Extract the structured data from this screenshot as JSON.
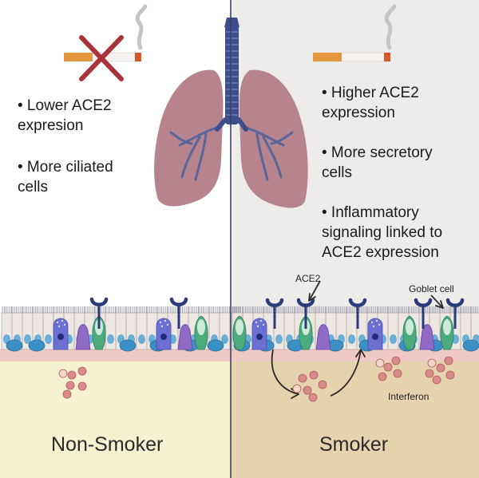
{
  "left_panel": {
    "label": "Non-Smoker",
    "bullets": [
      {
        "line1": "• Lower ACE2",
        "line2": "expresion"
      },
      {
        "line1": "• More ciliated",
        "line2": "cells"
      }
    ]
  },
  "right_panel": {
    "label": "Smoker",
    "bullets": [
      {
        "line1": "• Higher ACE2",
        "line2": "expression"
      },
      {
        "line1": "• More secretory",
        "line2": "cells"
      },
      {
        "line1": "• Inflammatory",
        "line2": "signaling linked to",
        "line3": "ACE2 expression"
      }
    ]
  },
  "annotations": {
    "ace2": "ACE2",
    "goblet": "Goblet cell",
    "interferon": "Interferon"
  },
  "colors": {
    "left_tissue": "#f6f1cf",
    "right_tissue": "#e4d3ac",
    "right_top": "#eeeceb",
    "divider": "#3b4266",
    "lung": "#b7848d",
    "trachea": "#3c4f8c",
    "receptor": "#2a3a7a",
    "cross": "#a8333b"
  }
}
